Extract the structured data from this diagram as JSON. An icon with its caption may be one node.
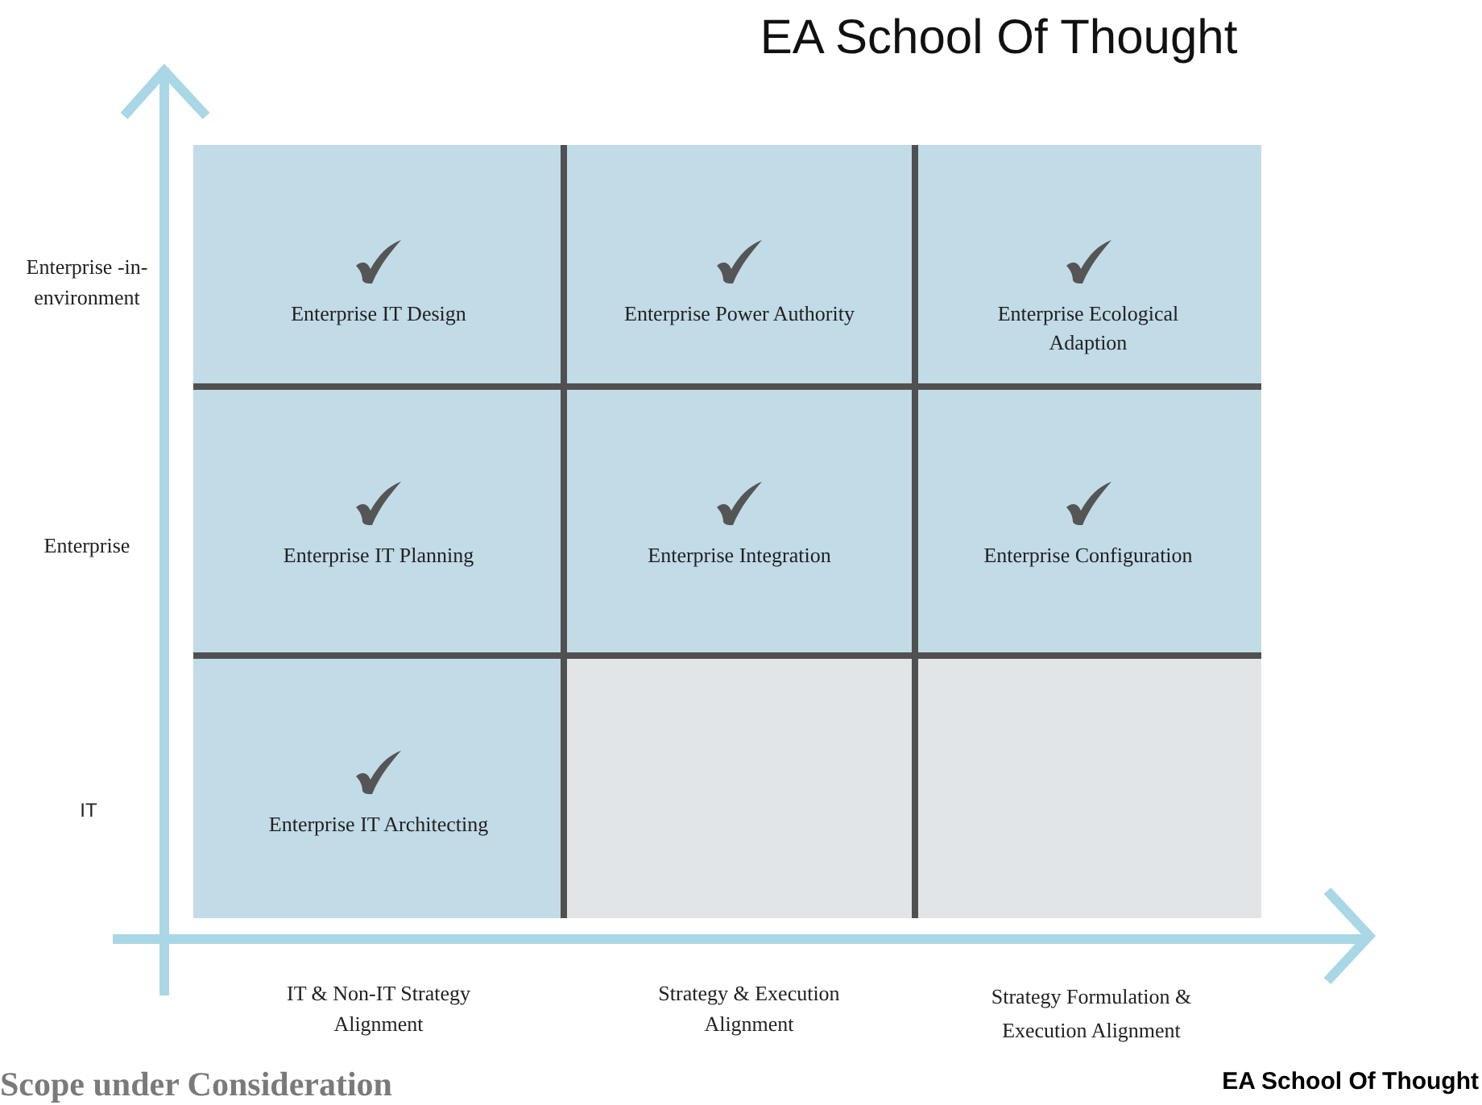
{
  "diagram": {
    "title": "EA School Of Thought",
    "nodes": [
      {
        "text": [
          "Enterprise IT Design"
        ]
      },
      {
        "text": [
          "Enterprise Power Authority"
        ]
      },
      {
        "text": [
          "Enterprise Ecological Adaption"
        ]
      },
      {
        "text": [
          "Enterprise IT Planning"
        ]
      },
      {
        "text": [
          "Enterprise Integration"
        ]
      },
      {
        "text": [
          "Enterprise Configuration"
        ]
      },
      {
        "text": [
          "Enterprise IT Architecting"
        ]
      },
      {
        "text": [],
        "shape": "box"
      },
      {
        "text": [],
        "shape": "box"
      }
    ],
    "edges": [],
    "labels": [
      "Enterprise -in- environment",
      "Enterprise",
      "IT",
      "IT & Non-IT Strategy Alignment",
      "Strategy & Execution Alignment",
      "Strategy Formulation & Execution Alignment",
      "Scope under Consideration",
      "EA School Of Thought"
    ]
  }
}
